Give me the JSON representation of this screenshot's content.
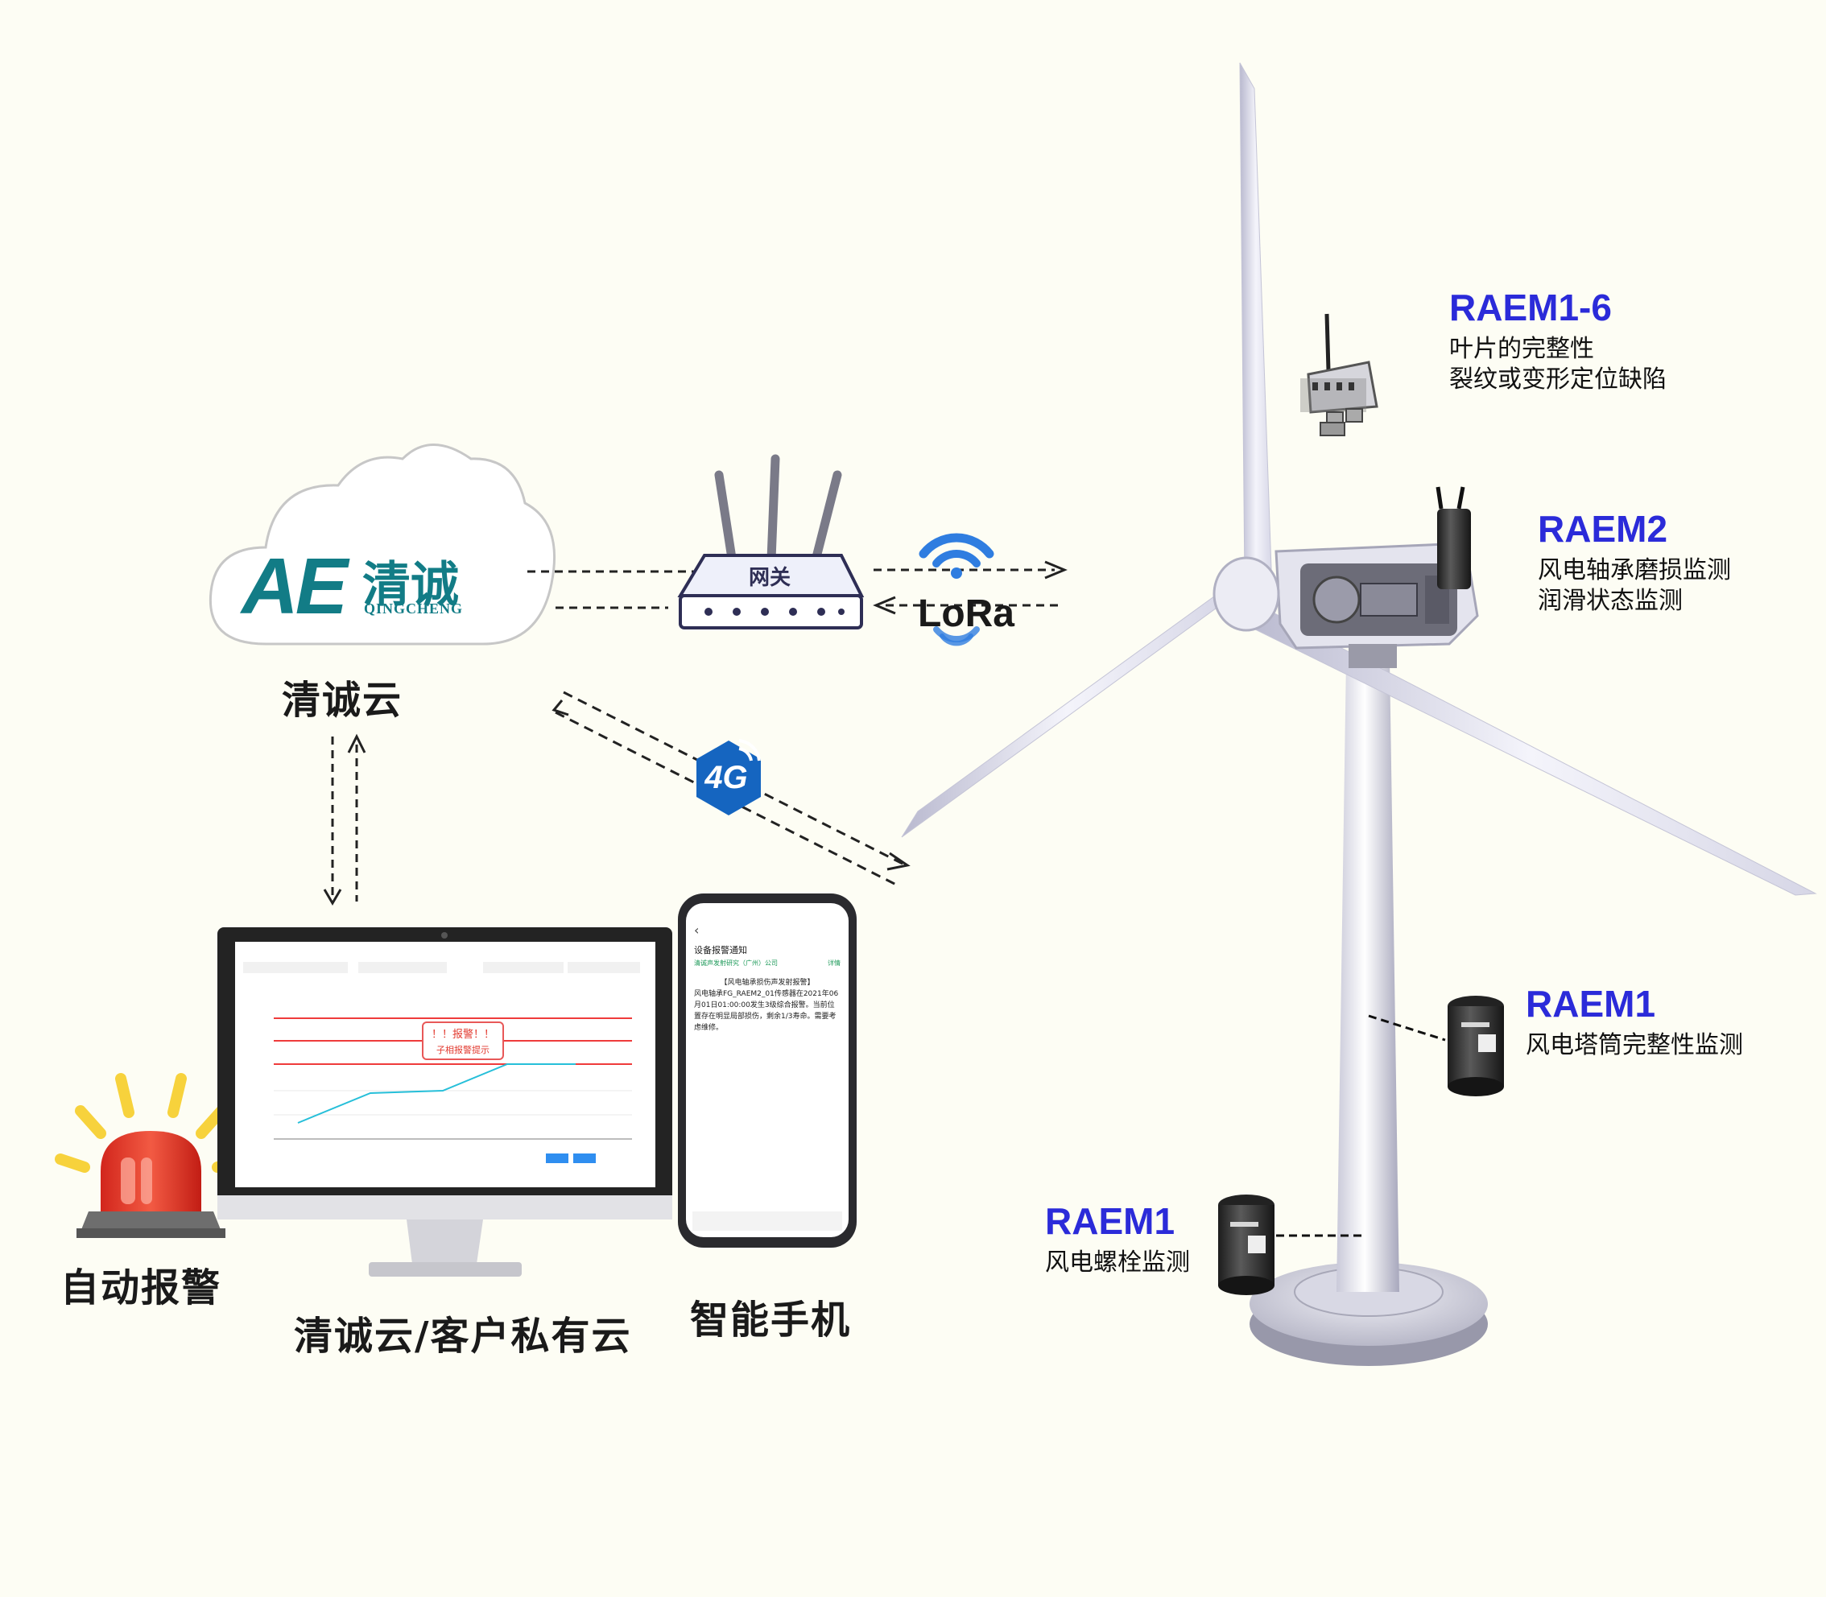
{
  "cloud": {
    "logo_mark": "AE",
    "logo_cn": "清诚",
    "logo_en": "QINGCHENG",
    "label": "清诚云"
  },
  "gateway": {
    "label": "网关"
  },
  "links": {
    "lora": "LoRa",
    "cellular": "4G"
  },
  "devices": {
    "alarm_label": "自动报警",
    "monitor_label": "清诚云/客户私有云",
    "phone_label": "智能手机"
  },
  "phone": {
    "title": "设备报警通知",
    "sender": "清诚声发射研究（广州）公司",
    "detail_link": "详情",
    "heading": "【风电轴承损伤声发射报警】",
    "body": "风电轴承FG_RAEM2_01传感器在2021年06月01日01:00:00发生3级综合报警。当前位置存在明显局部损伤，剩余1/3寿命。需要考虑维修。"
  },
  "monitor": {
    "alarm_popup": "！！报警！！",
    "alarm_popup_sub": "子相报警提示"
  },
  "sensors": [
    {
      "id": "RAEM1-6",
      "desc1": "叶片的完整性",
      "desc2": "裂纹或变形定位缺陷"
    },
    {
      "id": "RAEM2",
      "desc1": "风电轴承磨损监测",
      "desc2": "润滑状态监测"
    },
    {
      "id": "RAEM1",
      "desc1": "风电塔筒完整性监测",
      "desc2": ""
    },
    {
      "id": "RAEM1",
      "desc1": "风电螺栓监测",
      "desc2": ""
    }
  ],
  "colors": {
    "brand_teal": "#127c86",
    "sensor_blue": "#2b2bd9",
    "alarm_red": "#e23a2f",
    "alarm_yellow": "#f7d23c",
    "cellular_blue": "#1565c0"
  }
}
